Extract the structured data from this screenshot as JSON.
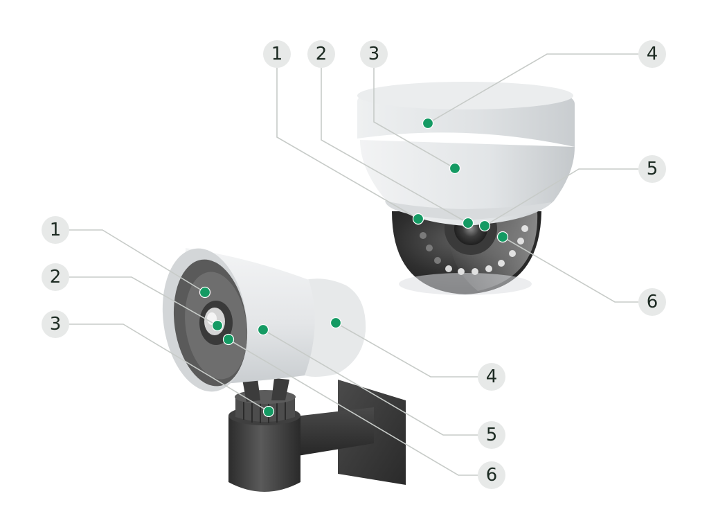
{
  "dome_camera": {
    "callouts": [
      {
        "label": "1"
      },
      {
        "label": "2"
      },
      {
        "label": "3"
      },
      {
        "label": "4"
      },
      {
        "label": "5"
      },
      {
        "label": "6"
      }
    ]
  },
  "bullet_camera": {
    "callouts": [
      {
        "label": "1"
      },
      {
        "label": "2"
      },
      {
        "label": "3"
      },
      {
        "label": "4"
      },
      {
        "label": "5"
      },
      {
        "label": "6"
      }
    ]
  },
  "colors": {
    "marker": "#149a63",
    "badge": "#e7e9e8",
    "leader_line": "#c7cbc8",
    "camera_body": "#e6e8e9",
    "camera_dark": "#3a3a3a"
  }
}
